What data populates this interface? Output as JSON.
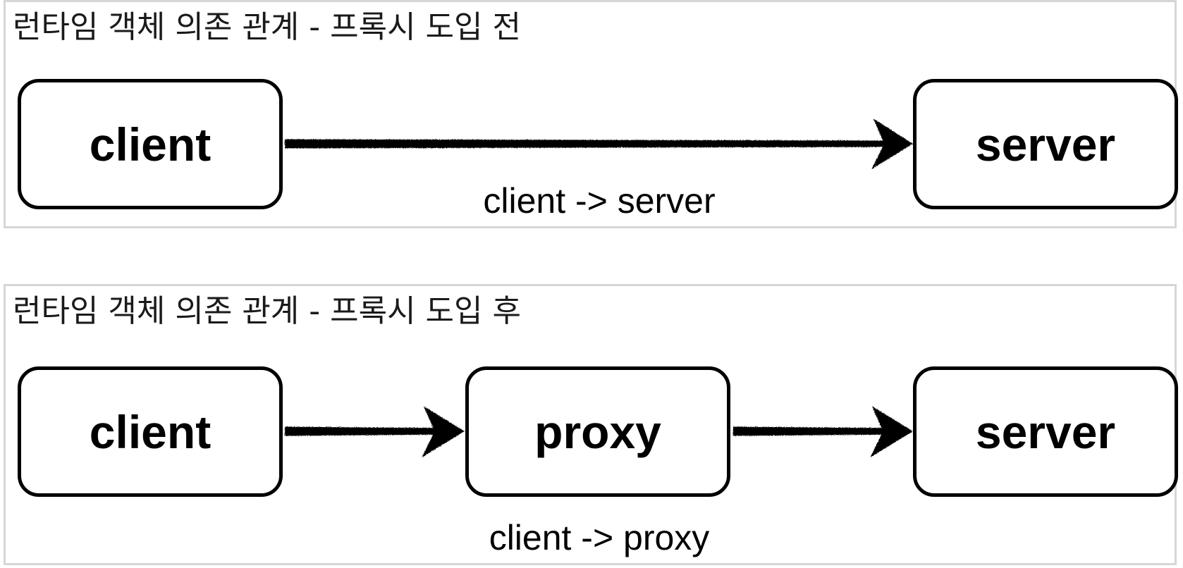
{
  "before": {
    "title": "런타임 객체 의존 관계 - 프록시 도입 전",
    "nodes": {
      "client": "client",
      "server": "server"
    },
    "edge_label": "client -> server"
  },
  "after": {
    "title": "런타임 객체 의존 관계 - 프록시 도입 후",
    "nodes": {
      "client": "client",
      "proxy": "proxy",
      "server": "server"
    },
    "edge_label": "client -> proxy"
  },
  "colors": {
    "stroke": "#000000",
    "panel_border": "#d6d6d6"
  }
}
